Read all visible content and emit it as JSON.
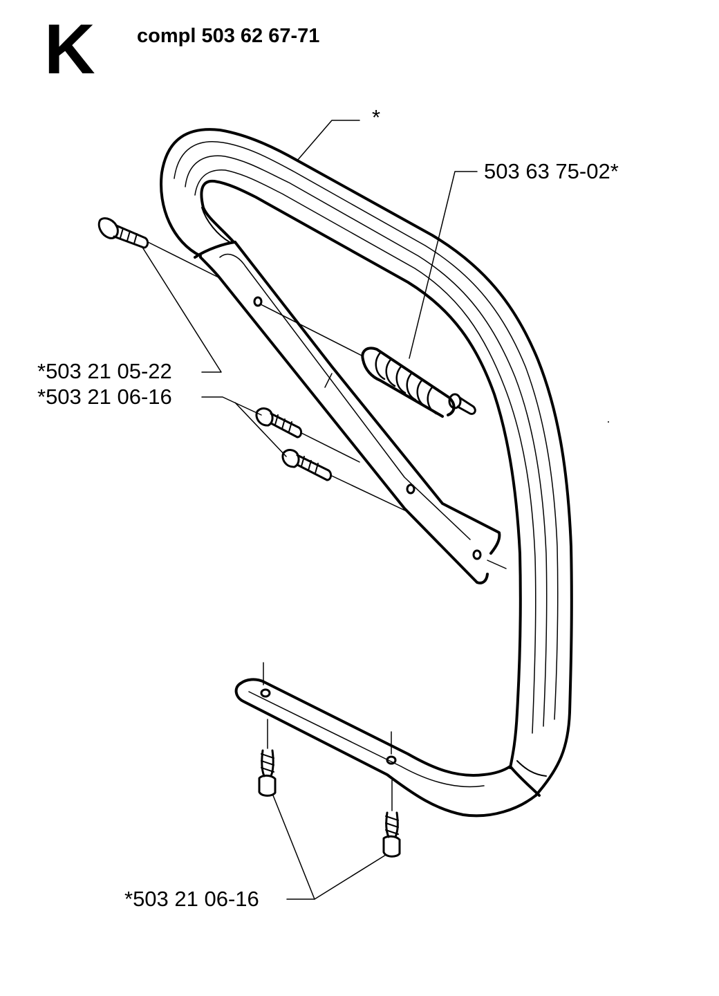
{
  "diagram": {
    "section_letter": "K",
    "title": "compl 503 62 67-71",
    "callouts": {
      "handle": "*",
      "damper": "503 63 75-02*",
      "upper_screw": "*503 21 05-22",
      "mid_screws": "*503 21 06-16",
      "bottom_screws": "*503 21 06-16"
    },
    "line_color": "#000000"
  }
}
